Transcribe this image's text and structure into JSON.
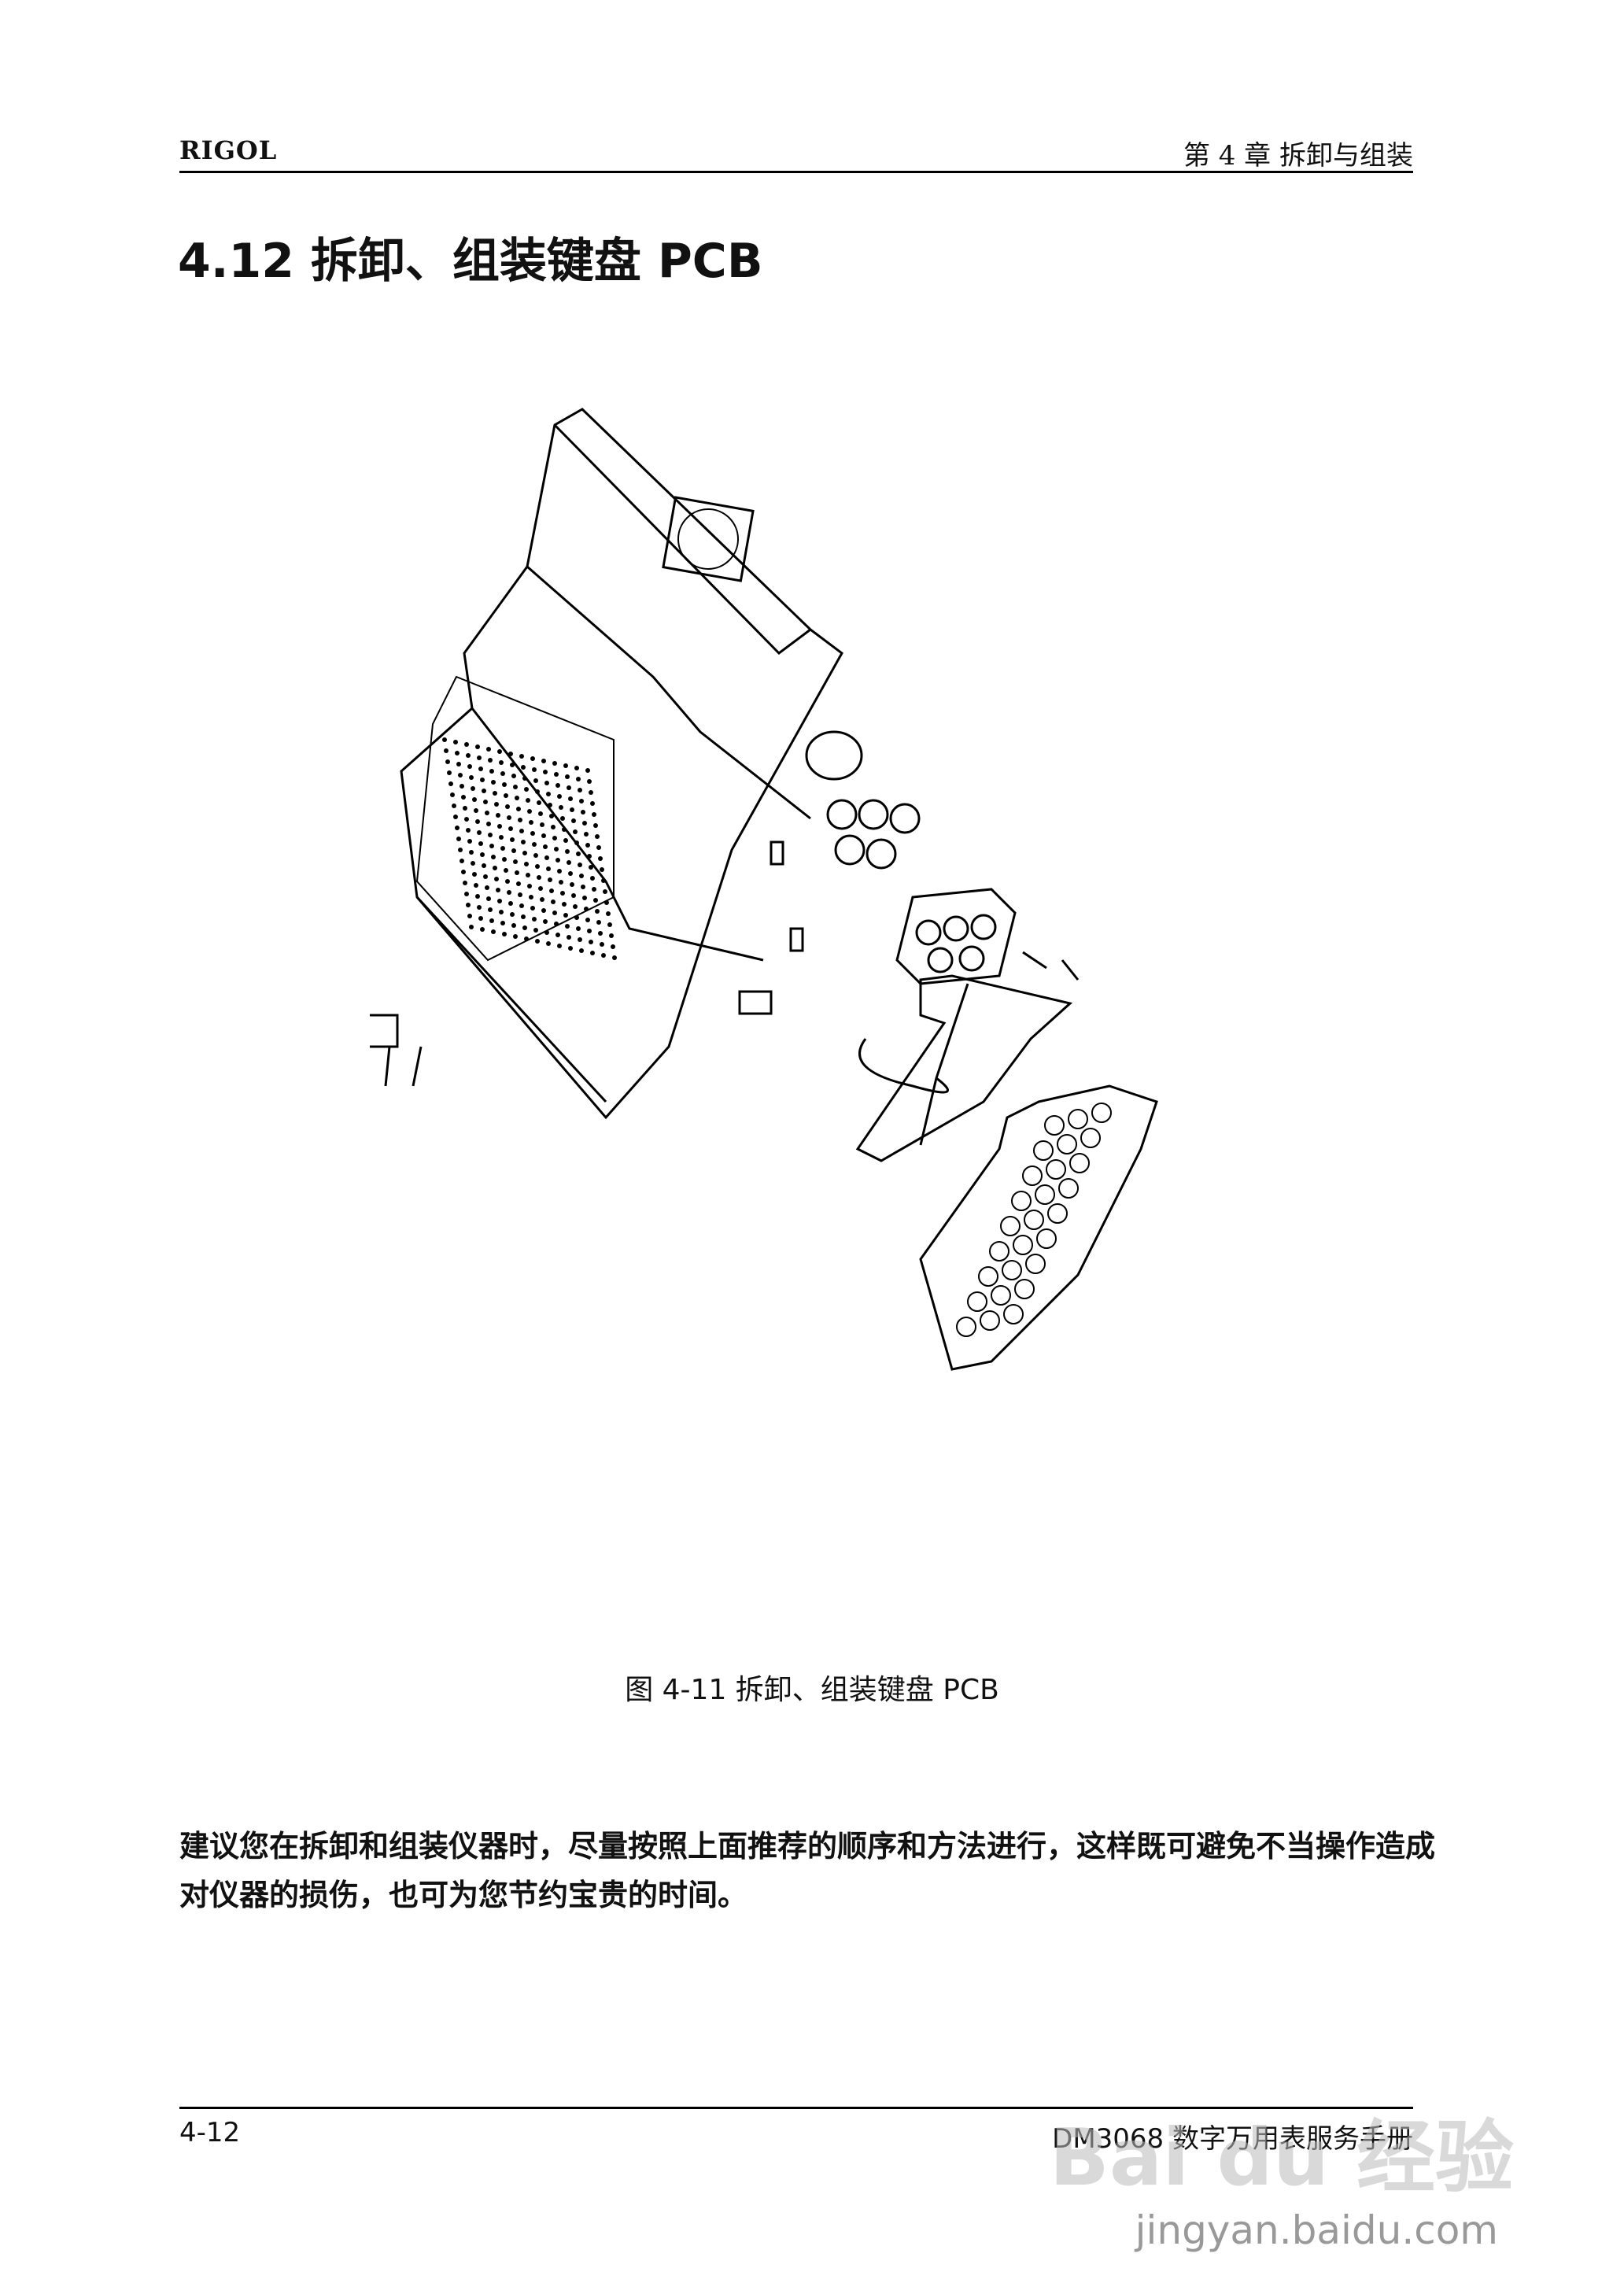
{
  "header": {
    "brand": "RIGOL",
    "chapter": "第 4 章  拆卸与组装"
  },
  "section": {
    "title": "4.12  拆卸、组装键盘 PCB"
  },
  "figure": {
    "caption": "图  4-11  拆卸、组装键盘 PCB"
  },
  "body": {
    "paragraph": "建议您在拆卸和组装仪器时，尽量按照上面推荐的顺序和方法进行，这样既可避免不当操作造成对仪器的损伤，也可为您节约宝贵的时间。"
  },
  "footer": {
    "page_number": "4-12",
    "manual_title": "DM3068 数字万用表服务手册"
  },
  "watermark": {
    "brand": "Bai du 经验",
    "url": "jingyan.baidu.com"
  }
}
